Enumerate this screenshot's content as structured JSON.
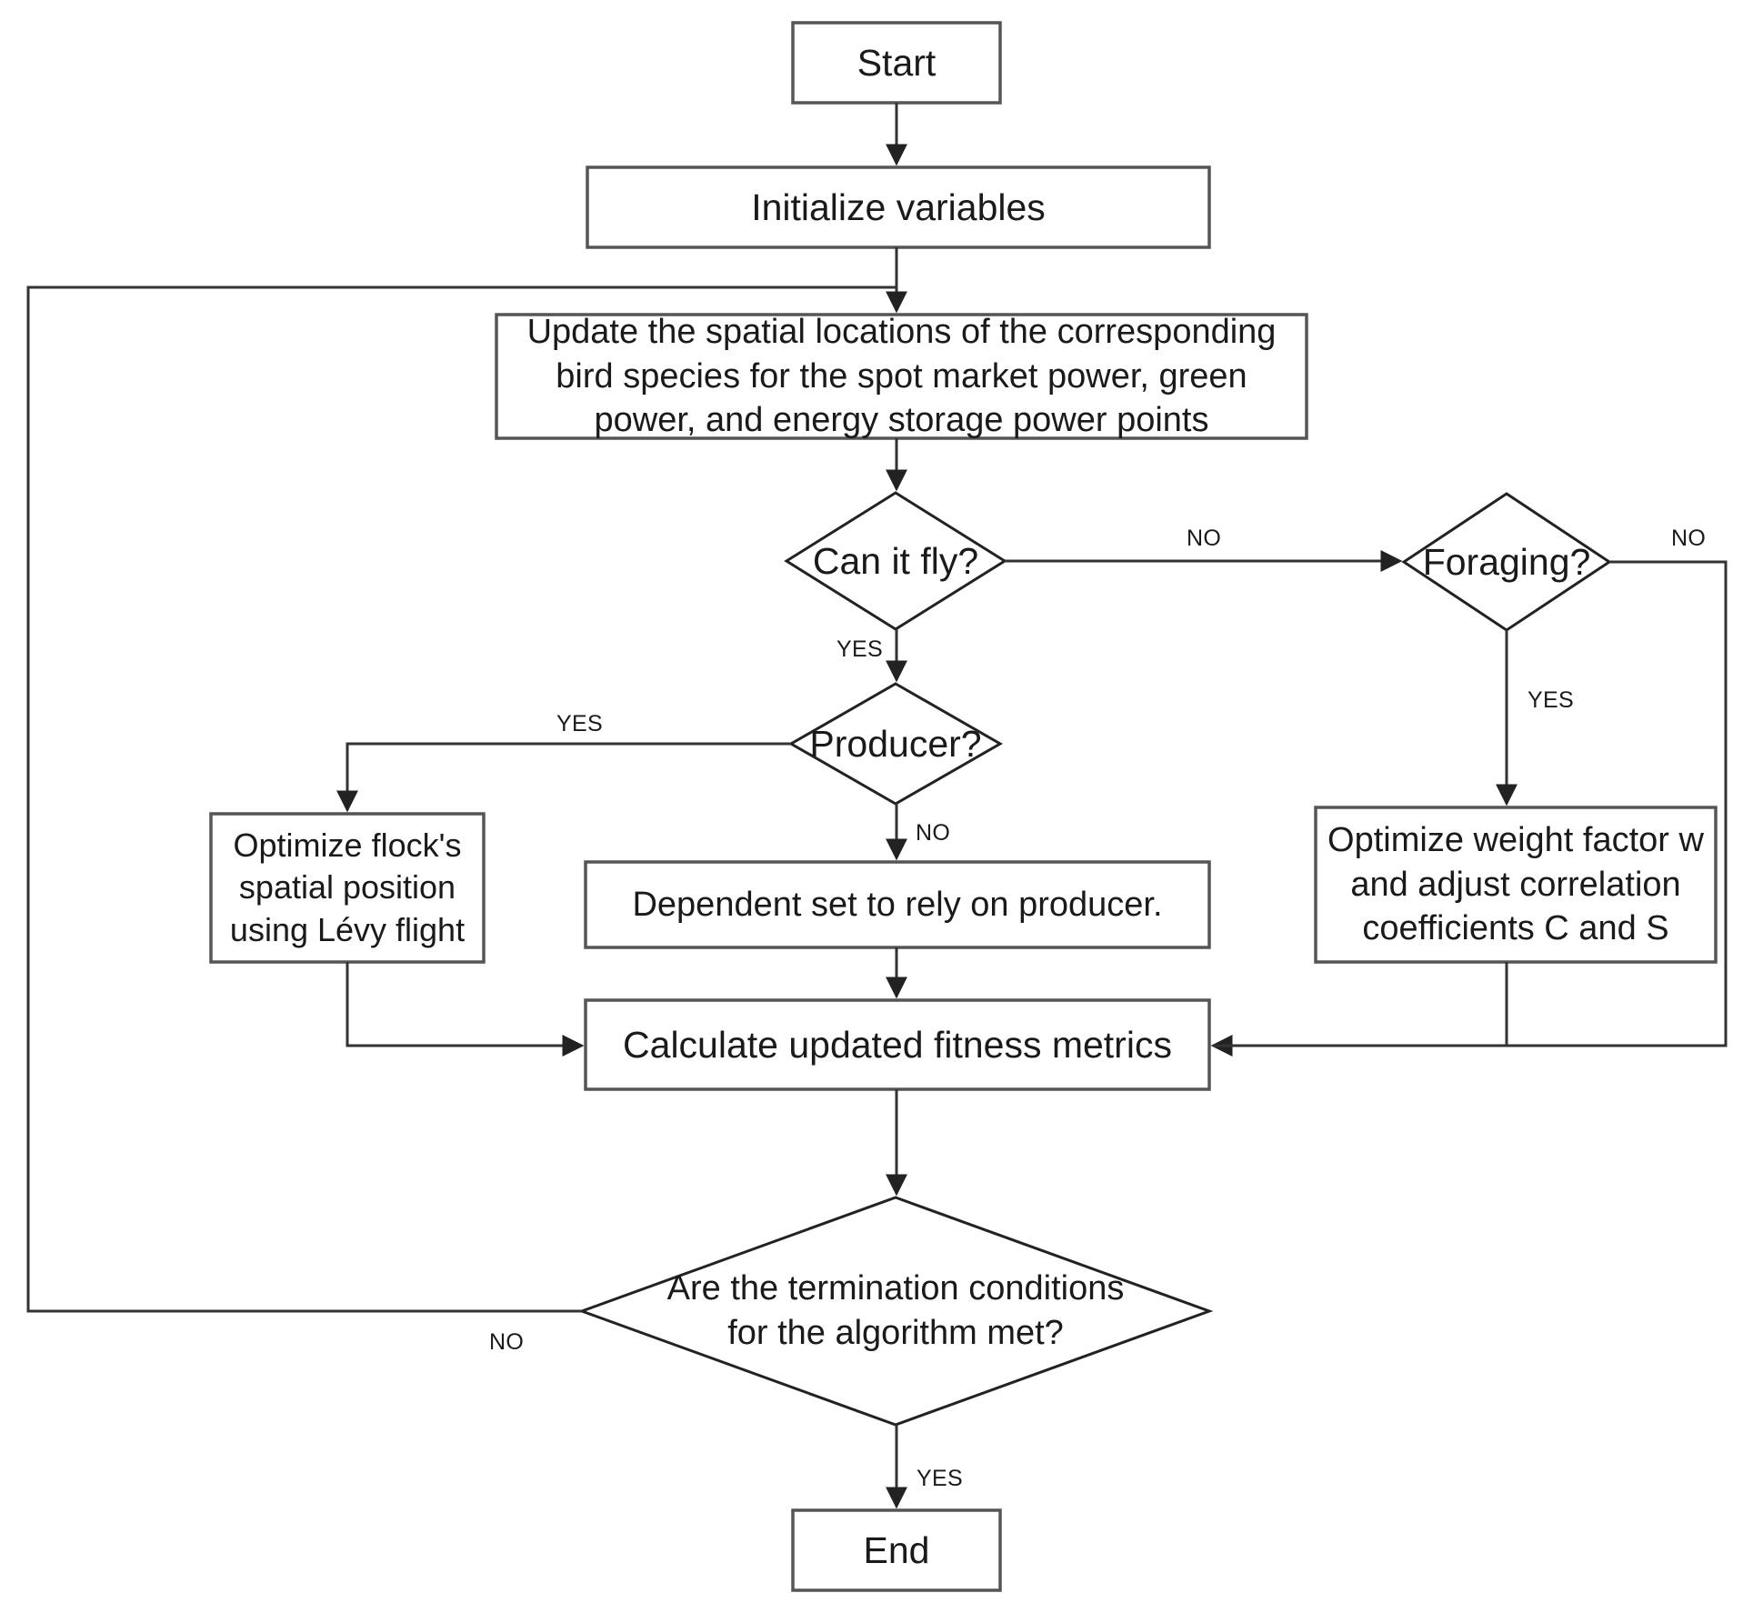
{
  "diagram": {
    "title": "Bird Swarm Algorithm Flowchart",
    "type": "flowchart",
    "background_color": "#ffffff",
    "stroke_color": "#3a3a3a",
    "text_color": "#1a1a1a"
  },
  "nodes": {
    "start": {
      "label": "Start",
      "shape": "rectangle"
    },
    "initialize": {
      "label": "Initialize variables",
      "shape": "rectangle"
    },
    "update_positions": {
      "label": "Update the spatial locations of the corresponding\nbird species for the spot market power, green\npower, and energy storage power points",
      "shape": "rectangle"
    },
    "can_fly": {
      "label": "Can it fly?",
      "shape": "diamond"
    },
    "foraging": {
      "label": "Foraging?",
      "shape": "diamond"
    },
    "producer": {
      "label": "Producer?",
      "shape": "diamond"
    },
    "levy_flight": {
      "label": "Optimize flock's\nspatial position\nusing Lévy flight",
      "shape": "rectangle"
    },
    "dependent": {
      "label": "Dependent set to rely on producer.",
      "shape": "rectangle"
    },
    "weight_factor": {
      "label": "Optimize weight factor w\nand adjust correlation\ncoefficients C and S",
      "shape": "rectangle"
    },
    "fitness": {
      "label": "Calculate updated fitness metrics",
      "shape": "rectangle"
    },
    "termination": {
      "label": "Are the termination conditions\nfor the algorithm met?",
      "shape": "diamond"
    },
    "end": {
      "label": "End",
      "shape": "rectangle"
    }
  },
  "edge_labels": {
    "can_fly_no": "NO",
    "can_fly_yes": "YES",
    "foraging_no": "NO",
    "foraging_yes": "YES",
    "producer_yes": "YES",
    "producer_no": "NO",
    "termination_no": "NO",
    "termination_yes": "YES"
  },
  "edges": [
    {
      "from": "start",
      "to": "initialize",
      "label": ""
    },
    {
      "from": "initialize",
      "to": "update_positions",
      "label": ""
    },
    {
      "from": "update_positions",
      "to": "can_fly",
      "label": ""
    },
    {
      "from": "can_fly",
      "to": "foraging",
      "label": "NO"
    },
    {
      "from": "can_fly",
      "to": "producer",
      "label": "YES"
    },
    {
      "from": "producer",
      "to": "levy_flight",
      "label": "YES"
    },
    {
      "from": "producer",
      "to": "dependent",
      "label": "NO"
    },
    {
      "from": "foraging",
      "to": "weight_factor",
      "label": "YES"
    },
    {
      "from": "foraging",
      "to": "fitness",
      "label": "NO"
    },
    {
      "from": "levy_flight",
      "to": "fitness",
      "label": ""
    },
    {
      "from": "dependent",
      "to": "fitness",
      "label": ""
    },
    {
      "from": "weight_factor",
      "to": "fitness",
      "label": ""
    },
    {
      "from": "fitness",
      "to": "termination",
      "label": ""
    },
    {
      "from": "termination",
      "to": "update_positions",
      "label": "NO"
    },
    {
      "from": "termination",
      "to": "end",
      "label": "YES"
    }
  ]
}
